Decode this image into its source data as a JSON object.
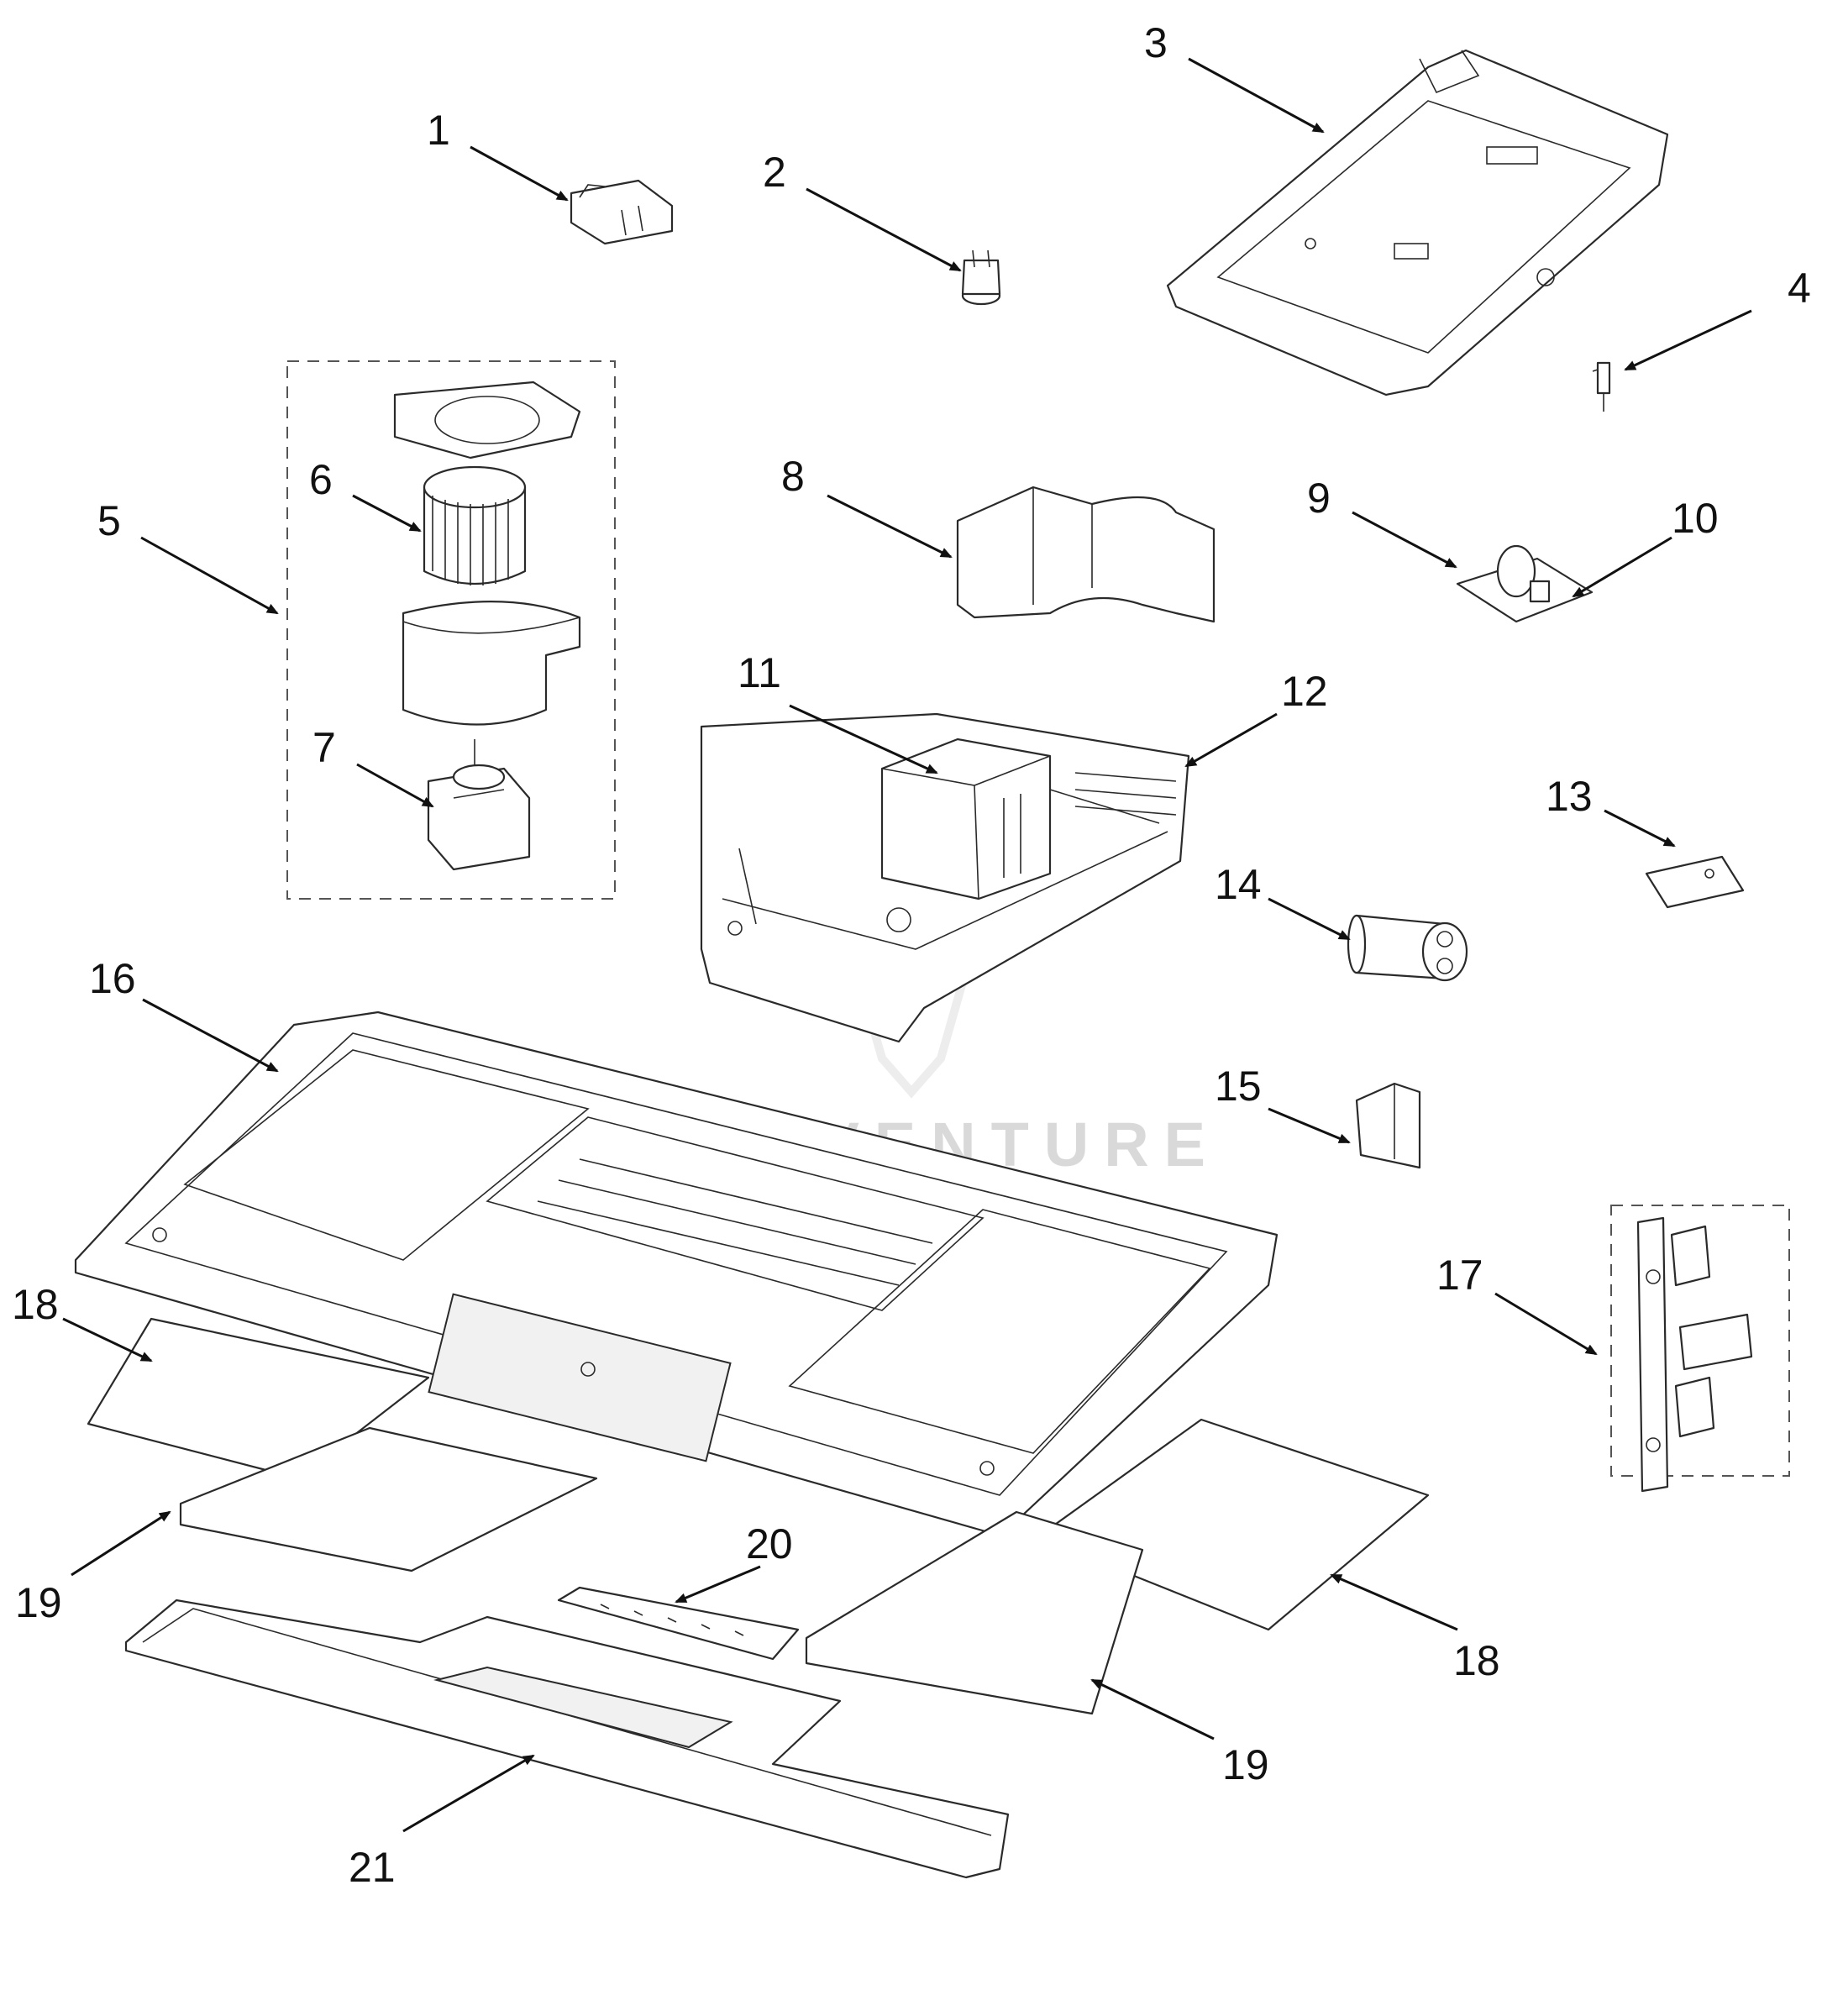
{
  "diagram": {
    "watermark": "LEADVENTURE",
    "callouts": [
      "1",
      "2",
      "3",
      "4",
      "5",
      "6",
      "7",
      "8",
      "9",
      "10",
      "11",
      "12",
      "13",
      "14",
      "15",
      "16",
      "17",
      "18",
      "18",
      "19",
      "19",
      "20",
      "21"
    ],
    "colors": {
      "line": "#2a2a2a",
      "label": "#111111",
      "watermark": "#d9d9d9",
      "background": "#ffffff"
    }
  }
}
